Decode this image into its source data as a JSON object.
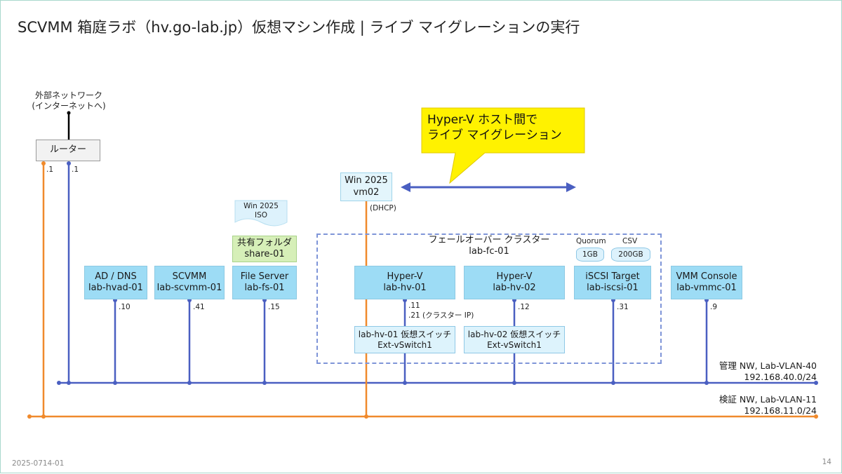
{
  "title": "SCVMM 箱庭ラボ（hv.go-lab.jp）仮想マシン作成 | ライブ マイグレーションの実行",
  "external": {
    "line1": "外部ネットワーク",
    "line2": "(インターネットへ)"
  },
  "router": {
    "label": "ルーター",
    "ip_orange": ".1",
    "ip_blue": ".1"
  },
  "callout": {
    "line1": "Hyper-V ホスト間で",
    "line2": "ライブ マイグレーション"
  },
  "vm": {
    "line1": "Win 2025",
    "line2": "vm02",
    "ip": "(DHCP)"
  },
  "iso": {
    "line1": "Win 2025",
    "line2": "ISO"
  },
  "share": {
    "line1": "共有フォルダ",
    "line2": "share-01"
  },
  "cluster": {
    "line1": "フェールオーバー クラスター",
    "line2": "lab-fc-01"
  },
  "storage": {
    "quorum_label": "Quorum",
    "csv_label": "CSV",
    "quorum_size": "1GB",
    "csv_size": "200GB"
  },
  "servers": [
    {
      "line1": "AD / DNS",
      "line2": "lab-hvad-01",
      "ip": ".10"
    },
    {
      "line1": "SCVMM",
      "line2": "lab-scvmm-01",
      "ip": ".41"
    },
    {
      "line1": "File Server",
      "line2": "lab-fs-01",
      "ip": ".15"
    },
    {
      "line1": "Hyper-V",
      "line2": "lab-hv-01",
      "ip": ".11",
      "ip2": ".21 (クラスター IP)"
    },
    {
      "line1": "Hyper-V",
      "line2": "lab-hv-02",
      "ip": ".12"
    },
    {
      "line1": "iSCSI Target",
      "line2": "lab-iscsi-01",
      "ip": ".31"
    },
    {
      "line1": "VMM Console",
      "line2": "lab-vmmc-01",
      "ip": ".9"
    }
  ],
  "vswitches": [
    {
      "line1": "lab-hv-01 仮想スイッチ",
      "line2": "Ext-vSwitch1"
    },
    {
      "line1": "lab-hv-02 仮想スイッチ",
      "line2": "Ext-vSwitch1"
    }
  ],
  "networks": {
    "mgmt": {
      "line1": "管理 NW, Lab-VLAN-40",
      "line2": "192.168.40.0/24",
      "color": "#4a5fc1"
    },
    "test": {
      "line1": "検証 NW, Lab-VLAN-11",
      "line2": "192.168.11.0/24",
      "color": "#f08a2c"
    }
  },
  "footer": {
    "doc_id": "2025-0714-01",
    "page": "14"
  }
}
